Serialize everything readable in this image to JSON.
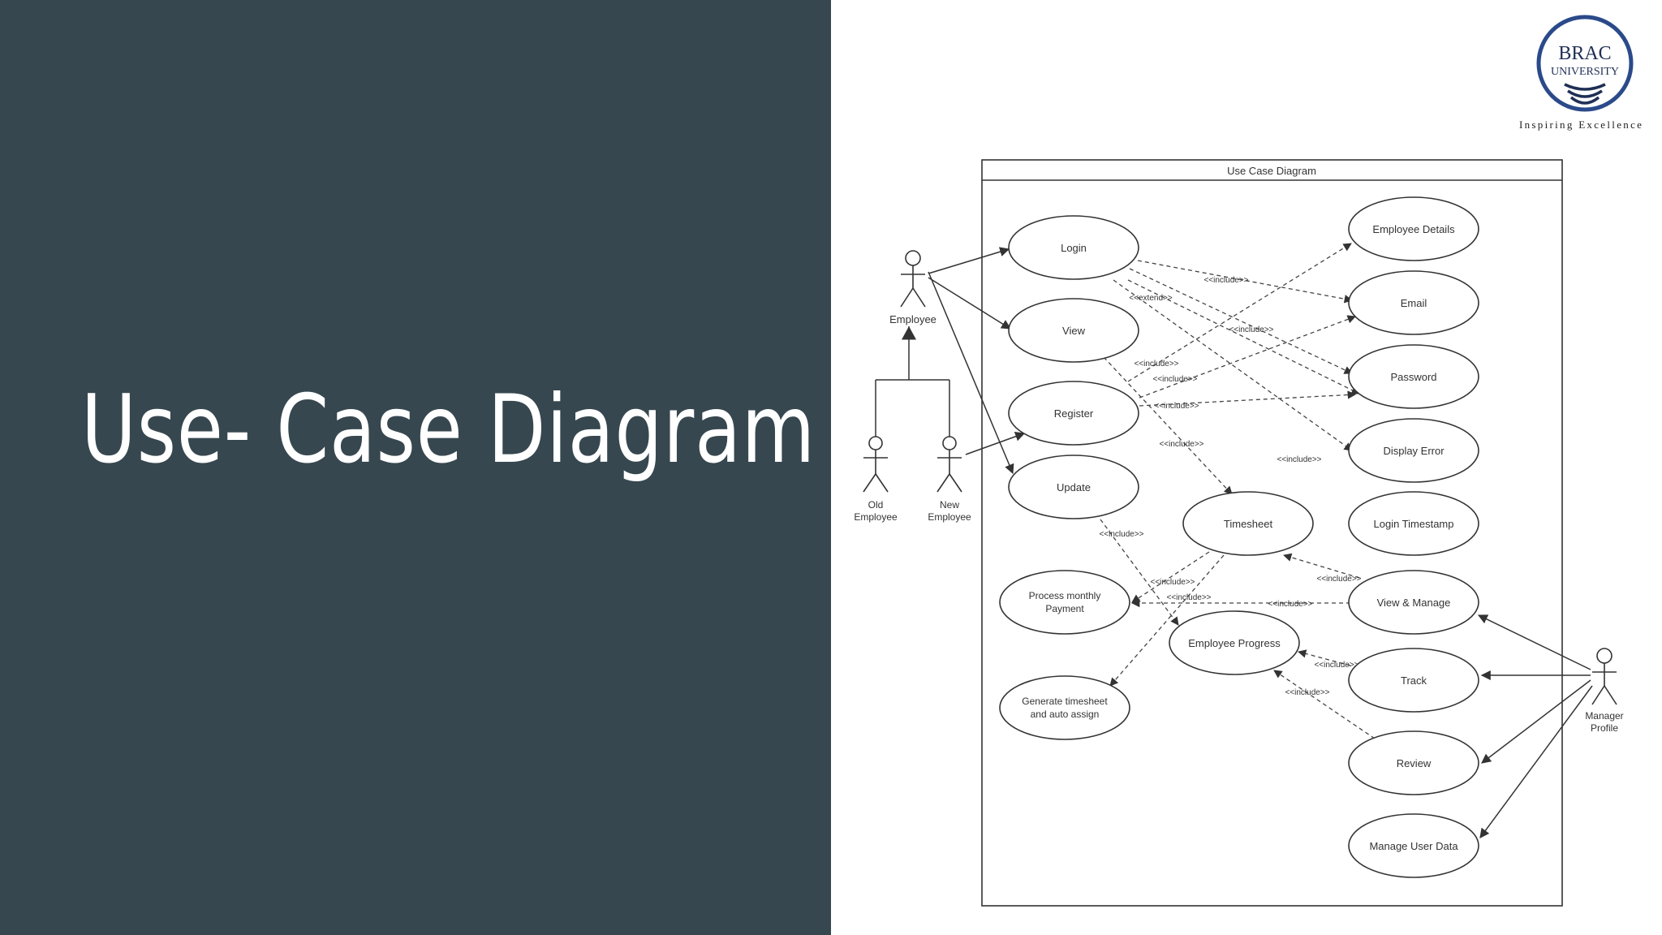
{
  "slide": {
    "title": "Use- Case Diagram",
    "background_color": "#37474f",
    "title_color": "#ffffff"
  },
  "logo": {
    "name_line1": "BRAC",
    "name_line2": "UNIVERSITY",
    "tagline": "Inspiring Excellence",
    "ring_color": "#2b4a8a"
  },
  "diagram": {
    "frame_title": "Use Case Diagram",
    "actors": {
      "employee": "Employee",
      "old_employee": [
        "Old",
        "Employee"
      ],
      "new_employee": [
        "New",
        "Employee"
      ],
      "manager": [
        "Manager",
        "Profile"
      ]
    },
    "use_cases": {
      "login": "Login",
      "view": "View",
      "register": "Register",
      "update": "Update",
      "timesheet": "Timesheet",
      "process_payment": [
        "Process monthly",
        "Payment"
      ],
      "employee_progress": "Employee Progress",
      "generate_timesheet": [
        "Generate timesheet",
        "and auto assign"
      ],
      "employee_details": "Employee Details",
      "email": "Email",
      "password": "Password",
      "display_error": "Display Error",
      "login_timestamp": "Login Timestamp",
      "view_manage": "View & Manage",
      "track": "Track",
      "review": "Review",
      "manage_user_data": "Manage User Data"
    },
    "relation_labels": {
      "include_login_email": "<<include>>",
      "extend_login": "<<extend>>",
      "include_password": "<<include>>",
      "include_reg_1": "<<include>>",
      "include_reg_2": "<<include>>",
      "include_reg_3": "<<include>>",
      "include_timesheet": "<<include>>",
      "include_login_timestamp": "<<include>>",
      "include_update": "<<include>>",
      "include_ts_payment": "<<include>>",
      "include_ts_generate": "<<include>>",
      "include_vm_payment": "<<include>>",
      "include_vm_timesheet": "<<include>>",
      "include_track": "<<include>>",
      "include_review": "<<include>>"
    }
  }
}
